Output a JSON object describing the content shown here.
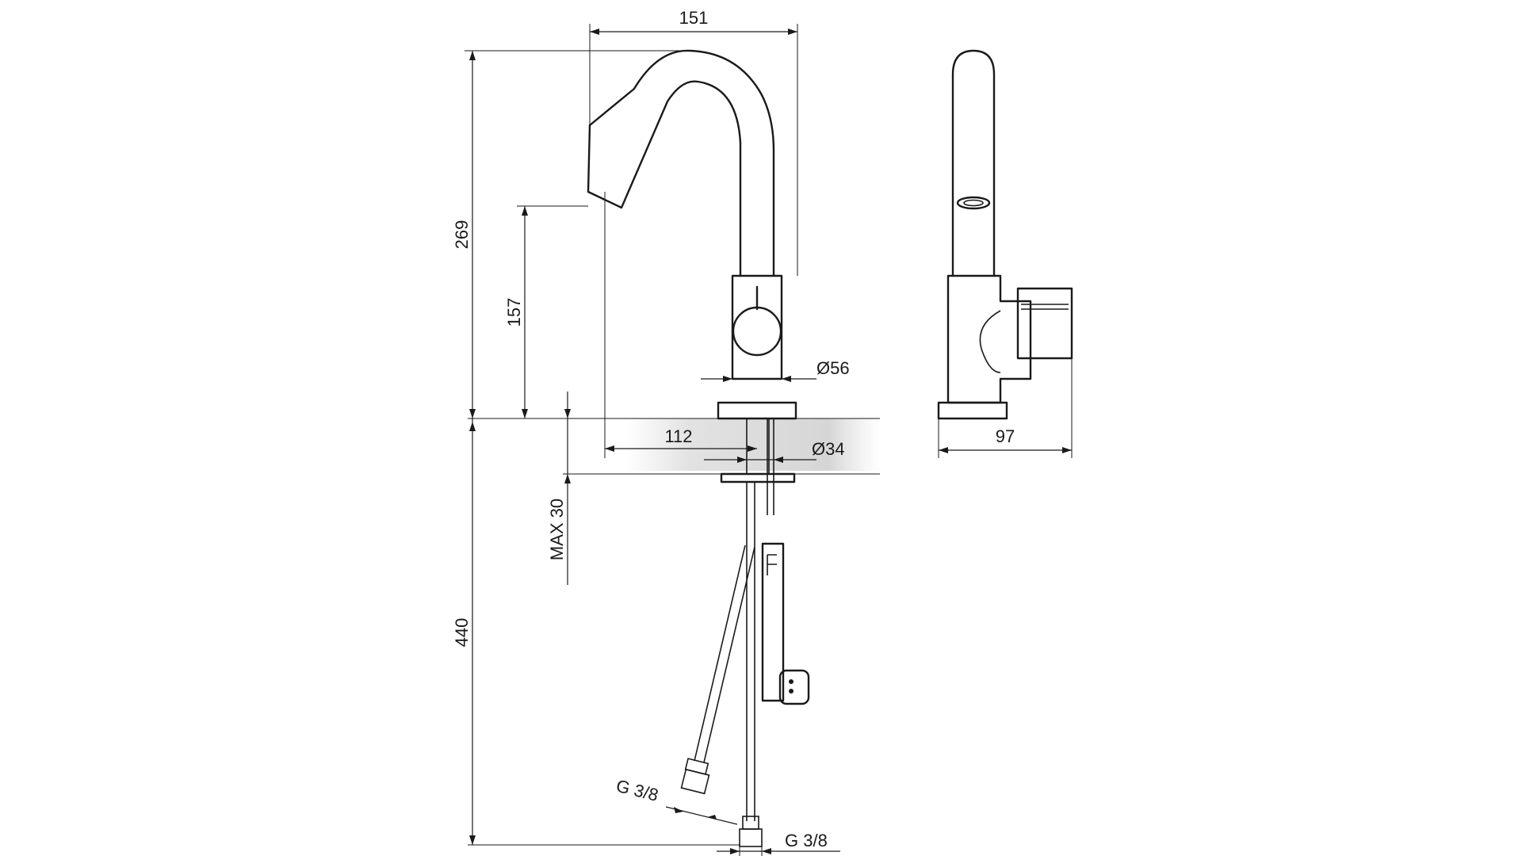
{
  "drawing": {
    "dimensions": {
      "spout_reach_top": "151",
      "total_height": "269",
      "spout_outlet_height": "157",
      "body_diameter": "Ø56",
      "spout_reach": "112",
      "shank_diameter": "Ø34",
      "max_deck_thickness": "MAX 30",
      "hose_length": "440",
      "hose_thread_left": "G 3/8",
      "hose_thread_right": "G 3/8",
      "side_depth": "97"
    },
    "colors": {
      "line": "#1a1a1a",
      "deck_shade": "#d8d8d8"
    }
  }
}
